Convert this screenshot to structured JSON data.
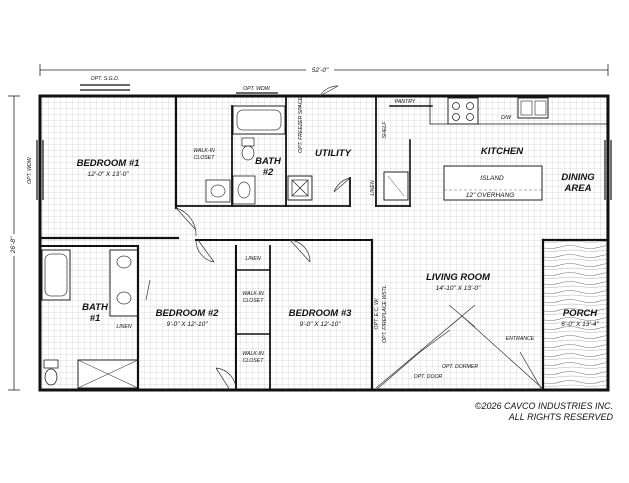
{
  "overall": {
    "width": "52'-0\"",
    "depth": "26'-8\""
  },
  "labels": {
    "opt_sgd": "OPT. S.G.D.",
    "opt_wdw_top": "OPT. WDW.",
    "opt_wdw_left": "OPT. WDW.",
    "opt_freezer": "OPT. FREEZER SPACE",
    "pantry": "PANTRY",
    "dw": "D/W",
    "shelf": "SHELF",
    "linen_utility": "LINEN",
    "linen_hall": "LINEN",
    "linen_bath1": "LINEN",
    "opt_ec": "OPT. E.C. W/",
    "opt_fireplace": "OPT. FIREPLACE WSTL",
    "opt_door": "OPT. DOOR",
    "opt_dormer": "OPT. DORMER",
    "entrance": "ENTRANCE"
  },
  "rooms": [
    {
      "id": "bedroom1",
      "name": "BEDROOM #1",
      "dims": "12'-0\" X 13'-0\""
    },
    {
      "id": "walkin1",
      "name": "WALK-IN",
      "dims": "CLOSET"
    },
    {
      "id": "bath2",
      "name": "BATH",
      "dims": "#2"
    },
    {
      "id": "utility",
      "name": "UTILITY",
      "dims": ""
    },
    {
      "id": "kitchen",
      "name": "KITCHEN",
      "dims": ""
    },
    {
      "id": "island",
      "name": "ISLAND",
      "dims": "12\" OVERHANG"
    },
    {
      "id": "dining",
      "name": "DINING",
      "dims": "AREA"
    },
    {
      "id": "bath1",
      "name": "BATH",
      "dims": "#1"
    },
    {
      "id": "bedroom2",
      "name": "BEDROOM #2",
      "dims": "9'-0\" X 12'-10\""
    },
    {
      "id": "walkin2",
      "name": "WALK-IN",
      "dims": "CLOSET"
    },
    {
      "id": "walkin3",
      "name": "WALK-IN",
      "dims": "CLOSET"
    },
    {
      "id": "bedroom3",
      "name": "BEDROOM #3",
      "dims": "9'-0\" X 12'-10\""
    },
    {
      "id": "living",
      "name": "LIVING ROOM",
      "dims": "14'-10\" X 13'-0\""
    },
    {
      "id": "porch",
      "name": "PORCH",
      "dims": "6'-0\" X 13'-4\""
    }
  ],
  "copyright": {
    "line1": "©2026 CAVCO INDUSTRIES INC.",
    "line2": "ALL RIGHTS RESERVED"
  }
}
